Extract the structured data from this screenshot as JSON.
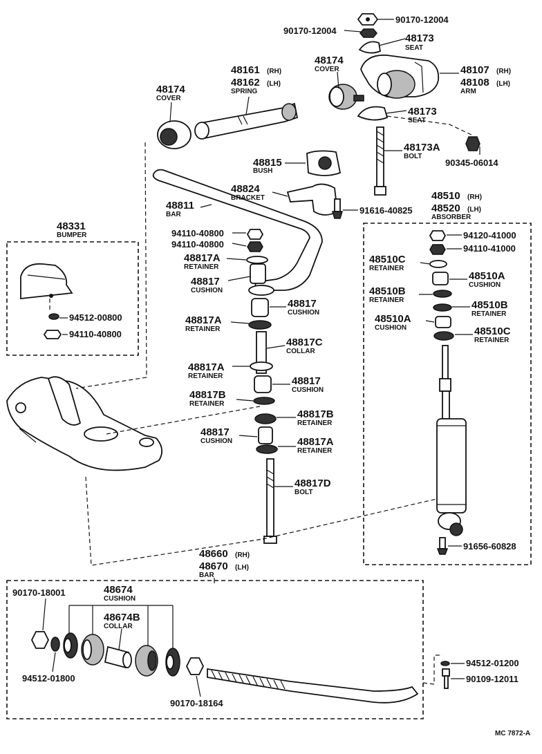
{
  "labels": {
    "n9017012004a": "90170-12004",
    "n9017012004b": "90170-12004",
    "n48173a": "48173",
    "n48173a_name": "SEAT",
    "n48174r": "48174",
    "n48174r_name": "COVER",
    "n48107": "48107",
    "n48107_suffix": "(RH)",
    "n48108": "48108",
    "n48108_suffix": "(LH)",
    "n48107_name": "ARM",
    "n48161": "48161",
    "n48161_suffix": "(RH)",
    "n48162": "48162",
    "n48162_suffix": "(LH)",
    "n48161_name": "SPRING",
    "n48174l": "48174",
    "n48174l_name": "COVER",
    "n48173b": "48173",
    "n48173b_name": "SEAT",
    "n48173A": "48173A",
    "n48173A_name": "BOLT",
    "n9034506014": "90345-06014",
    "n48815": "48815",
    "n48815_name": "BUSH",
    "n48824": "48824",
    "n48824_name": "BRACKET",
    "n48811": "48811",
    "n48811_name": "BAR",
    "n9161640825": "91616-40825",
    "n48510": "48510",
    "n48510_suffix": "(RH)",
    "n48520": "48520",
    "n48520_suffix": "(LH)",
    "n48510_name": "ABSORBER",
    "n48331": "48331",
    "n48331_name": "BUMPER",
    "n9411040800a": "94110-40800",
    "n9411040800b": "94110-40800",
    "n48817A1": "48817A",
    "n48817A1_name": "RETAINER",
    "n48817_1": "48817",
    "n48817_1_name": "CUSHION",
    "n48817_2": "48817",
    "n48817_2_name": "CUSHION",
    "n48817A2": "48817A",
    "n48817A2_name": "RETAINER",
    "n48817C": "48817C",
    "n48817C_name": "COLLAR",
    "n48817A3": "48817A",
    "n48817A3_name": "RETAINER",
    "n48817_3": "48817",
    "n48817_3_name": "CUSHION",
    "n48817B1": "48817B",
    "n48817B1_name": "RETAINER",
    "n48817B2": "48817B",
    "n48817B2_name": "RETAINER",
    "n48817_4": "48817",
    "n48817_4_name": "CUSHION",
    "n48817A4": "48817A",
    "n48817A4_name": "RETAINER",
    "n48817D": "48817D",
    "n48817D_name": "BOLT",
    "n9451200800": "94512-00800",
    "n9411040800c": "94110-40800",
    "n9412041000": "94120-41000",
    "n9411041000": "94110-41000",
    "n48510C1": "48510C",
    "n48510C1_name": "RETAINER",
    "n48510A1": "48510A",
    "n48510A1_name": "CUSHION",
    "n48510B1": "48510B",
    "n48510B1_name": "RETAINER",
    "n48510B2": "48510B",
    "n48510B2_name": "RETAINER",
    "n48510A2": "48510A",
    "n48510A2_name": "CUSHION",
    "n48510C2": "48510C",
    "n48510C2_name": "RETAINER",
    "n9165660828": "91656-60828",
    "n48660": "48660",
    "n48660_suffix": "(RH)",
    "n48670": "48670",
    "n48670_suffix": "(LH)",
    "n48660_name": "BAR",
    "n9017018001": "90170-18001",
    "n48674": "48674",
    "n48674_name": "CUSHION",
    "n48674B": "48674B",
    "n48674B_name": "COLLAR",
    "n9451201800": "94512-01800",
    "n9017018164": "90170-18164",
    "n9451201200": "94512-01200",
    "n9010912011": "90109-12011",
    "figure_code": "MC 7872-A"
  }
}
